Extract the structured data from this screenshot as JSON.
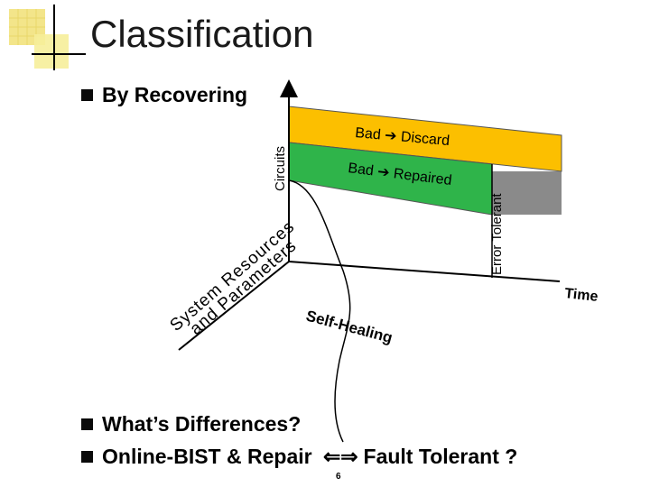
{
  "slide": {
    "title": "Classification",
    "bullet_top": "By Recovering",
    "bullet_1": "What’s Differences?",
    "bullet_2": "Online-BIST & Repair",
    "bullet_2_suffix": "Fault Tolerant ?",
    "page_number": "6"
  },
  "diagram": {
    "y_axis_label": "Circuits",
    "x_axis_label": "Time",
    "diagonal_axis_line1": "System Resources",
    "diagonal_axis_line2": "and Parameters",
    "band_top_label": "Bad ➔ Discard",
    "band_mid_label": "Bad ➔ Repaired",
    "side_label": "Error Tolerant",
    "curve_label": "Self-Healing",
    "colors": {
      "band_top": "#fcbf00",
      "band_mid": "#2fb44a",
      "side_panel": "#8a8a8a",
      "bullet": "#0a0a0a"
    }
  }
}
